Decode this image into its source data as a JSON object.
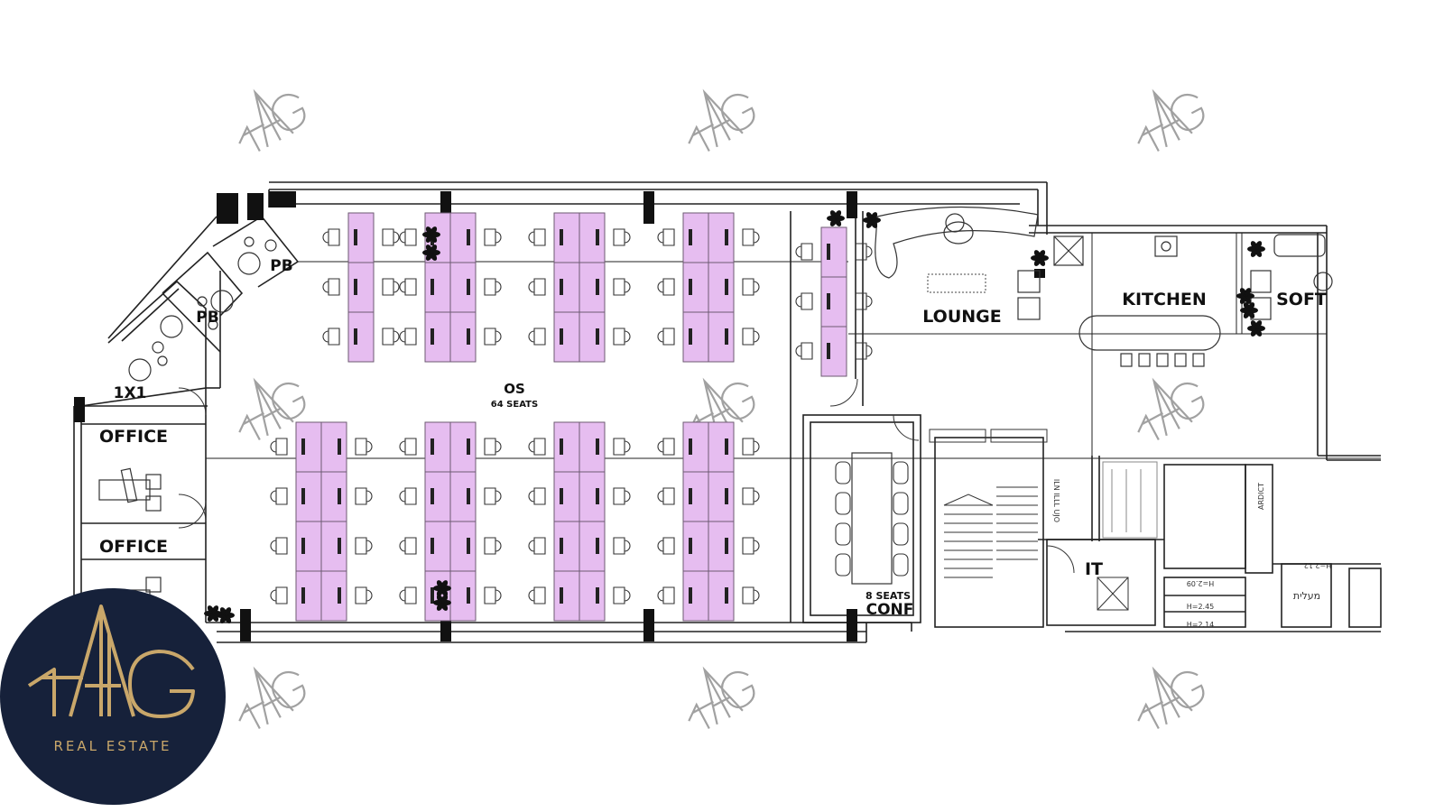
{
  "rooms": {
    "pb_top": "PB",
    "pb_bottom": "PB",
    "one_on_one": "1X1",
    "office_1": "OFFICE",
    "office_2": "OFFICE",
    "open_space": "OS",
    "open_space_seats": "64 SEATS",
    "lounge": "LOUNGE",
    "kitchen": "KITCHEN",
    "soft": "SOFT",
    "conf_seats": "8 SEATS",
    "conf": "CONF",
    "it": "IT"
  },
  "small_notes": {
    "height_1": "H=2.12",
    "height_2": "H=2.09",
    "height_3": "H=2.45",
    "height_4": "H=2.14",
    "hebrew_note": "מעלית",
    "vertical_note_1": "ARDICT",
    "vertical_note_2": "ILN ILLL UJO"
  },
  "watermark": {
    "text": "TAG"
  },
  "logo": {
    "mark": "TAG",
    "subtitle": "REAL ESTATE",
    "background": "#16213a",
    "gold": "#c9a76a"
  },
  "colors": {
    "desk_fill": "#e6bdf0",
    "desk_stroke": "#6d5a72",
    "wall": "#111111",
    "line": "#555555"
  },
  "open_space_seat_count": 64,
  "conference_seat_count": 8
}
